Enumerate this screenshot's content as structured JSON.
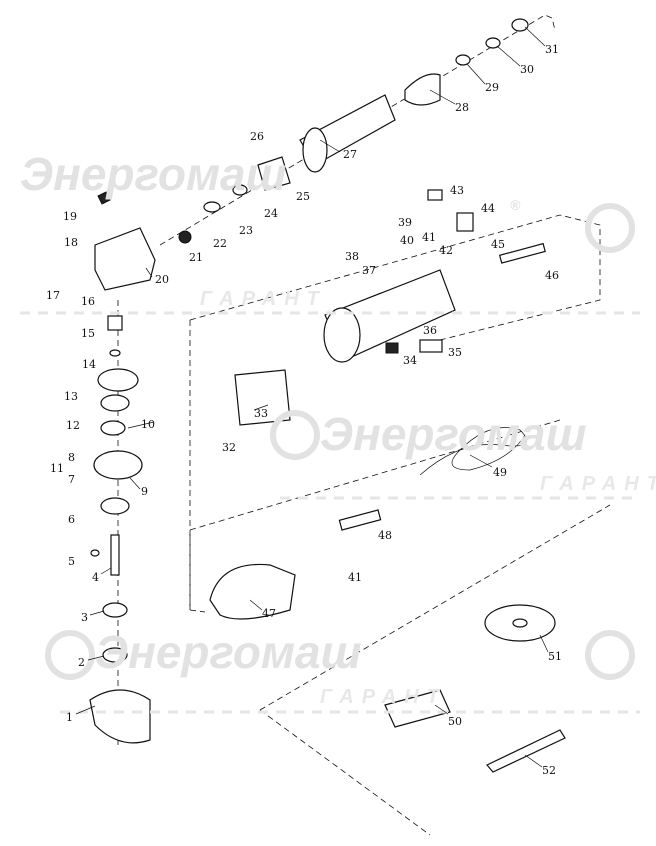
{
  "watermark": {
    "brand": "Энергомаш",
    "sub": "ГАРАНТ",
    "reg": "®"
  },
  "parts": [
    "1",
    "2",
    "3",
    "4",
    "5",
    "6",
    "7",
    "8",
    "9",
    "10",
    "11",
    "12",
    "13",
    "14",
    "15",
    "16",
    "17",
    "18",
    "19",
    "20",
    "21",
    "22",
    "23",
    "24",
    "25",
    "26",
    "27",
    "28",
    "29",
    "30",
    "31",
    "32",
    "33",
    "34",
    "35",
    "36",
    "37",
    "38",
    "39",
    "40",
    "41",
    "42",
    "43",
    "44",
    "45",
    "46",
    "47",
    "48",
    "49",
    "50",
    "51",
    "52"
  ],
  "extra_labels": {
    "part_41_second": "41"
  }
}
